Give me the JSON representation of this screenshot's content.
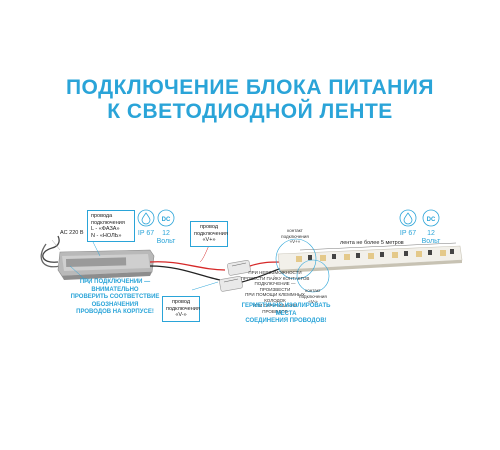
{
  "title": {
    "line1": "ПОДКЛЮЧЕНИЕ БЛОКА ПИТАНИЯ",
    "line2": "К СВЕТОДИОДНОЙ ЛЕНТЕ"
  },
  "psu": {
    "ac_label": "AC 220 В",
    "wire_box": {
      "line1": "провода",
      "line2": "подключения",
      "line3": "L - «ФАЗА»",
      "line4": "N - «НОЛЬ»"
    },
    "ip_label": "IP 67",
    "volt_line1": "12",
    "volt_line2": "Вольт",
    "warning": {
      "line1": "ПРИ ПОДКЛЮЧЕНИИ — ВНИМАТЕЛЬНО",
      "line2": "ПРОВЕРИТЬ СООТВЕТСТВИЕ ОБОЗНАЧЕНИЯ",
      "line3": "ПРОВОДОВ НА КОРПУСЕ!"
    }
  },
  "connectors": {
    "plus_box": {
      "line1": "провод",
      "line2": "подключения",
      "line3": "«V+»"
    },
    "minus_box": {
      "line1": "провод",
      "line2": "подключения",
      "line3": "«V-»"
    },
    "mid_note": {
      "line1": "ПРИ НЕВОЗМОЖНОСТИ",
      "line2": "ПРОВЕСТИ ПАЙКУ КОНТАКТОВ",
      "line3": "ПОДКЛЮЧЕНИЕ — ПРОИЗВЕСТИ",
      "line4": "ПРИ ПОМОЩИ КЛЕММНЫХ КОЛОДОК",
      "line5": "ИЛИ СКРУЧИВАНИЯ ПРОВОДОВ"
    },
    "seal_note": {
      "line1": "ГЕРМЕТИЧНО ИЗОЛИРОВАТЬ МЕСТА",
      "line2": "СОЕДИНЕНИЯ ПРОВОДОВ!"
    }
  },
  "strip": {
    "ip_label": "IP 67",
    "volt_line1": "12",
    "volt_line2": "Вольт",
    "length_label": "лента не более 5 метров",
    "contact_plus": {
      "line1": "контакт",
      "line2": "подключения",
      "line3": "«V+»"
    },
    "contact_minus": {
      "line1": "контакт",
      "line2": "подключения",
      "line3": "«V-»"
    }
  },
  "icons": {
    "drop": "water-drop-icon",
    "dc": "dc-icon"
  },
  "colors": {
    "accent": "#2aa4d8",
    "wire_red": "#d62828",
    "psu_body": "#b9b9b9"
  }
}
